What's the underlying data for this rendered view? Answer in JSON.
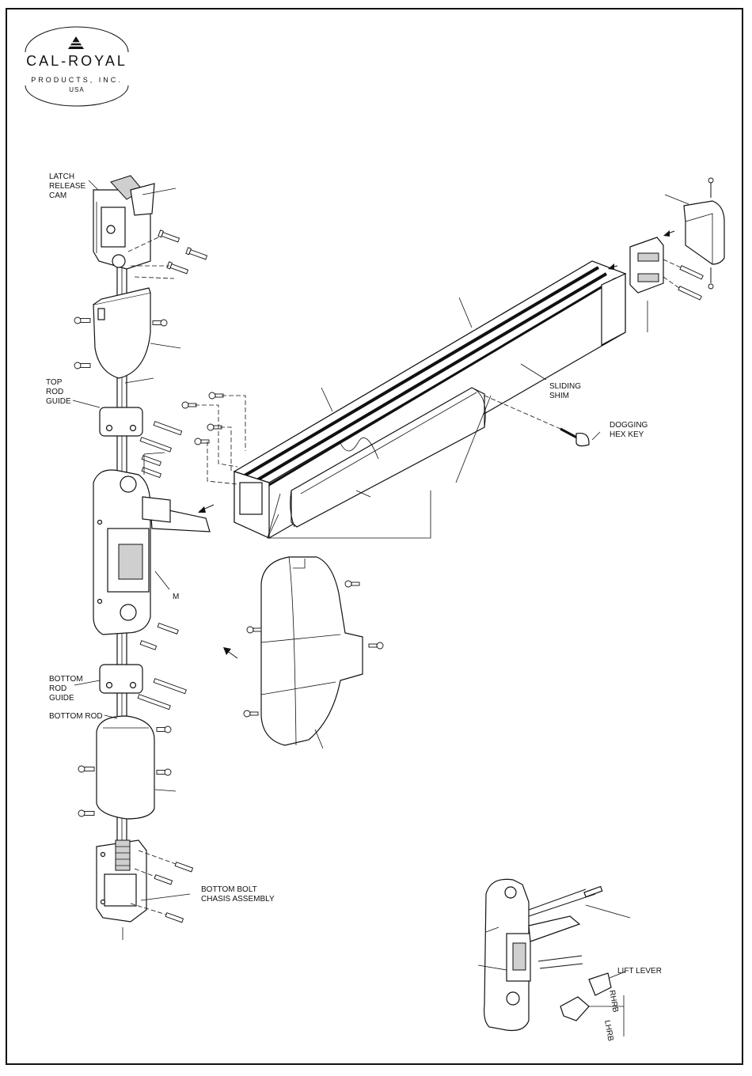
{
  "logo": {
    "name": "CAL-ROYAL",
    "subtitle": "PRODUCTS, INC.",
    "country": "USA"
  },
  "labels": {
    "latch_release_cam": [
      "LATCH",
      "RELEASE",
      "CAM"
    ],
    "top_rod_guide": [
      "TOP",
      "ROD",
      "GUIDE"
    ],
    "bottom_rod_guide": [
      "BOTTOM",
      "ROD",
      "GUIDE"
    ],
    "bottom_rod": "BOTTOM ROD",
    "bottom_bolt_chassis": [
      "BOTTOM BOLT",
      "CHASIS ASSEMBLY"
    ],
    "sliding_shim": [
      "SLIDING",
      "SHIM"
    ],
    "dogging_hex_key": [
      "DOGGING",
      "HEX KEY"
    ],
    "mechanism_marker": "M",
    "lift_lever": "LIFT LEVER",
    "rhrb": "RHRB",
    "lhrb": "LHRB"
  }
}
